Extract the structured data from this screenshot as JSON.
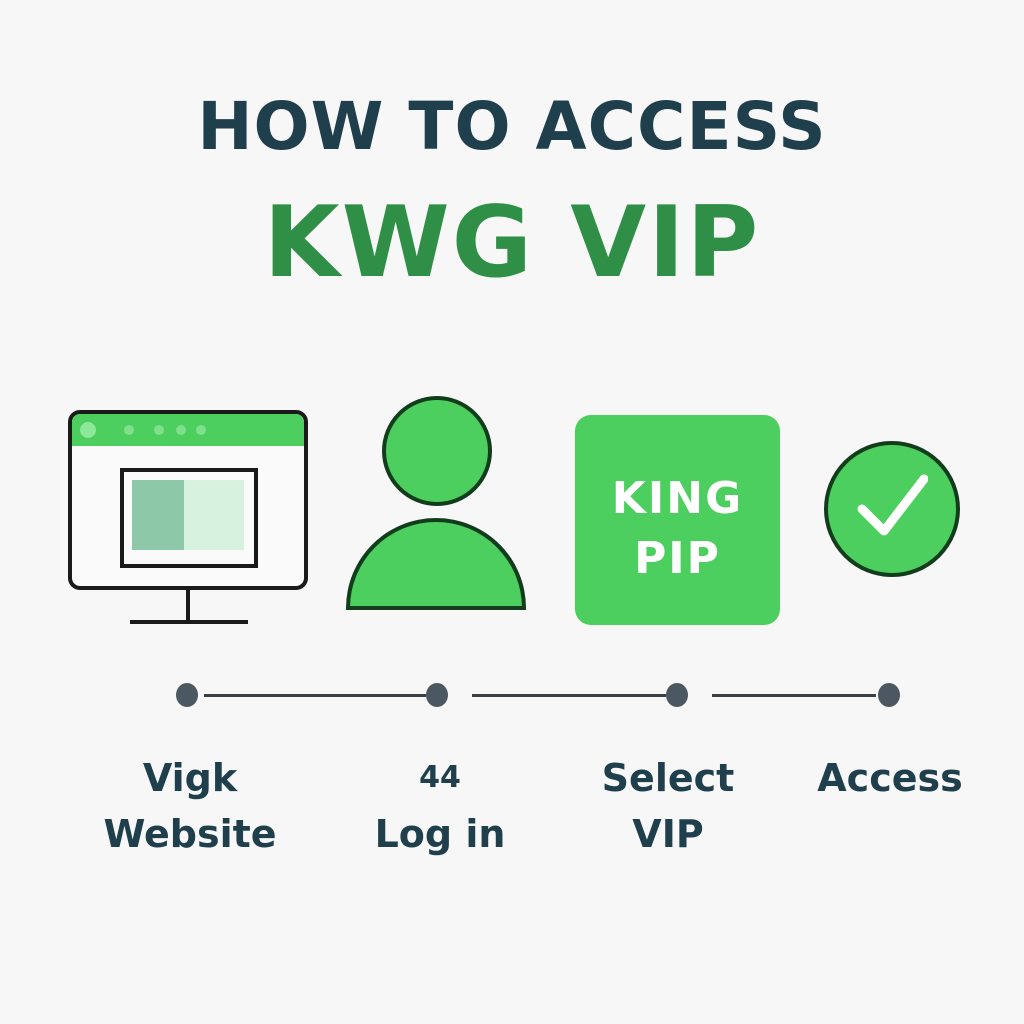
{
  "header": {
    "title_line1": "HOW TO ACCESS",
    "title_line2": "KWG VIP"
  },
  "colors": {
    "title_dark": "#1f3f4d",
    "title_green": "#2f8f46",
    "icon_green": "#4ccf5e",
    "outline": "#1a1a1a",
    "node": "#4c5861",
    "background": "#f7f7f7"
  },
  "icons": [
    {
      "name": "monitor-browser-icon"
    },
    {
      "name": "user-icon"
    },
    {
      "name": "vip-badge-icon",
      "line1": "KING",
      "line2": "PIP"
    },
    {
      "name": "checkmark-circle-icon"
    }
  ],
  "steps": [
    {
      "line1": "Vigk",
      "line2": "Website"
    },
    {
      "line1": "44",
      "line2": "Log in"
    },
    {
      "line1": "Select",
      "line2": "VIP"
    },
    {
      "line1": "Access",
      "line2": ""
    }
  ]
}
